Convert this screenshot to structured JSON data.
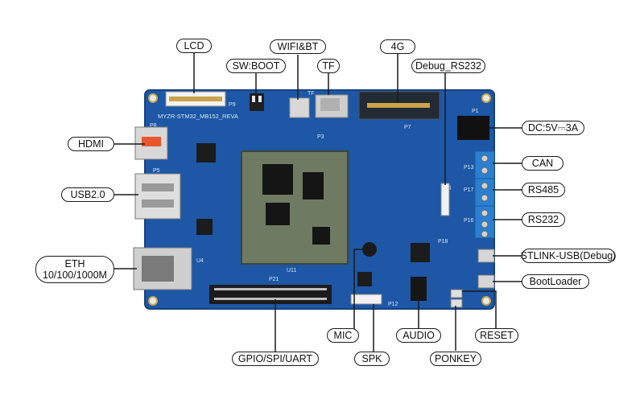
{
  "board": {
    "silkscreen_title": "MYZR-STM32_MB152_REVA",
    "silk_markers": [
      "P9",
      "P8",
      "P5",
      "U4",
      "P3",
      "TF",
      "P7",
      "P13",
      "P17",
      "P14",
      "P16",
      "P18",
      "P21",
      "P12",
      "U11",
      "P1"
    ]
  },
  "colors": {
    "pcb": "#1d57a6",
    "pcb_edge": "#14427f",
    "connector_blue": "#2a7fd0",
    "som": "#6f7a63",
    "leader": "#1a1a1a"
  },
  "callouts": {
    "lcd": "LCD",
    "sw_boot": "SW:BOOT",
    "wifi_bt": "WIFI&BT",
    "tf": "TF",
    "g4": "4G",
    "debug_rs232": "Debug_RS232",
    "dc": "DC:5V⎓3A",
    "hdmi": "HDMI",
    "can": "CAN",
    "usb2": "USB2.0",
    "rs485": "RS485",
    "rs232": "RS232",
    "eth_line1": "ETH",
    "eth_line2": "10/100/1000M",
    "stlink": "STLINK-USB(Debug)",
    "bootloader": "BootLoader",
    "mic": "MIC",
    "audio": "AUDIO",
    "reset": "RESET",
    "gpio": "GPIO/SPI/UART",
    "spk": "SPK",
    "ponkey": "PONKEY"
  }
}
